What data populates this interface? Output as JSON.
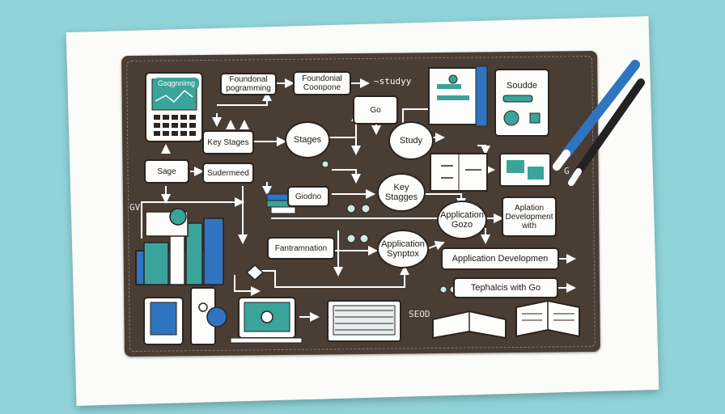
{
  "diagram": {
    "nodes": {
      "foundational_programming": "Foundonal pogramming",
      "foundational_components": "Foundonial Coonpone",
      "study_scribble": "~studуy",
      "key_stages_top": "Key Stages",
      "stages_circle": "Stages",
      "go_box": "Go",
      "study_circle": "Study",
      "sage": "Sage",
      "sudermeed": "Sudermeed",
      "giodno": "Giodno",
      "key_stages_circle": "Key Staggеs",
      "application_gozo": "Application Gozo",
      "application_development_with": "Aplation Development with",
      "fantramnation": "Fantramnation",
      "application_syntox": "Application Synptox",
      "application_developmen": "Application Developmen",
      "tephalcis_with_go": "Tephalcis with Go",
      "soudde": "Soudde",
      "tablet_title": "Gsqgnnimg",
      "side_label_gv": "GV",
      "side_label_g": "G",
      "bottom_label_seod": "SEOD"
    }
  },
  "colors": {
    "background": "#8fd3d8",
    "board": "#4a3d34",
    "accent_teal": "#3aa39a",
    "accent_blue": "#2f74c0"
  }
}
